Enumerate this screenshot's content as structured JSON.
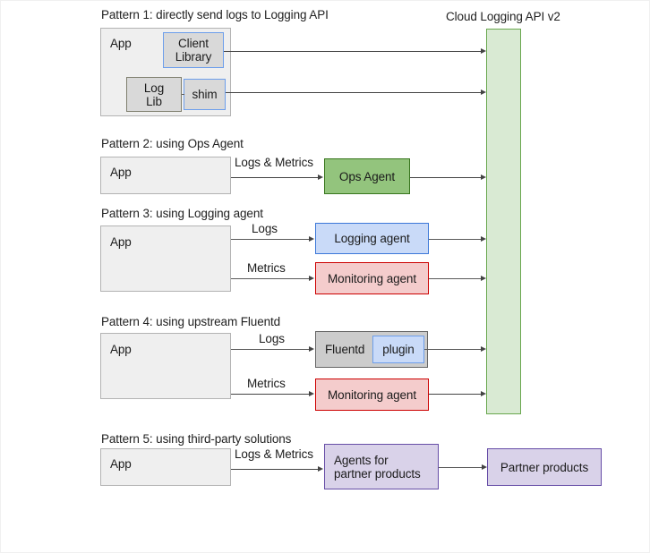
{
  "diagram": {
    "title_right": "Cloud Logging API v2",
    "patterns": [
      {
        "id": "pattern-1",
        "title": "Pattern 1: directly send logs to Logging API",
        "app_label": "App",
        "inner_boxes": [
          {
            "name": "client-library",
            "label": "Client\nLibrary"
          },
          {
            "name": "log-lib",
            "label": "Log\nLib"
          },
          {
            "name": "shim",
            "label": "shim"
          }
        ],
        "edge_labels": []
      },
      {
        "id": "pattern-2",
        "title": "Pattern 2: using Ops Agent",
        "app_label": "App",
        "agents": [
          {
            "name": "ops-agent",
            "label": "Ops Agent"
          }
        ],
        "edge_labels": [
          "Logs & Metrics"
        ]
      },
      {
        "id": "pattern-3",
        "title": "Pattern 3: using Logging agent",
        "app_label": "App",
        "agents": [
          {
            "name": "logging-agent",
            "label": "Logging agent"
          },
          {
            "name": "monitoring-agent",
            "label": "Monitoring agent"
          }
        ],
        "edge_labels": [
          "Logs",
          "Metrics"
        ]
      },
      {
        "id": "pattern-4",
        "title": "Pattern 4: using upstream Fluentd",
        "app_label": "App",
        "agents": [
          {
            "name": "fluentd",
            "label": "Fluentd"
          },
          {
            "name": "plugin",
            "label": "plugin"
          },
          {
            "name": "monitoring-agent",
            "label": "Monitoring agent"
          }
        ],
        "edge_labels": [
          "Logs",
          "Metrics"
        ]
      },
      {
        "id": "pattern-5",
        "title": "Pattern 5: using third-party solutions",
        "app_label": "App",
        "agents": [
          {
            "name": "agents-for-partner-products",
            "label": "Agents for\npartner products"
          },
          {
            "name": "partner-products",
            "label": "Partner products"
          }
        ],
        "edge_labels": [
          "Logs & Metrics"
        ]
      }
    ],
    "colors": {
      "app_fill": "#efefef",
      "app_stroke": "#b3b3b3",
      "cloud_api_fill": "#d9ead3",
      "cloud_api_stroke": "#6aa84f",
      "ops_agent_fill": "#93c47d",
      "ops_agent_stroke": "#38761d",
      "logging_agent_fill": "#c9daf8",
      "logging_agent_stroke": "#3c78d8",
      "monitoring_agent_fill": "#f4cccc",
      "monitoring_agent_stroke": "#cc0000",
      "fluentd_fill": "#cccccc",
      "fluentd_stroke": "#666666",
      "partner_fill": "#d9d2e9",
      "partner_stroke": "#674ea7",
      "inner_gray_fill": "#d9d9d9",
      "blue_stroke": "#6d9eeb",
      "connector": "#434343"
    }
  }
}
